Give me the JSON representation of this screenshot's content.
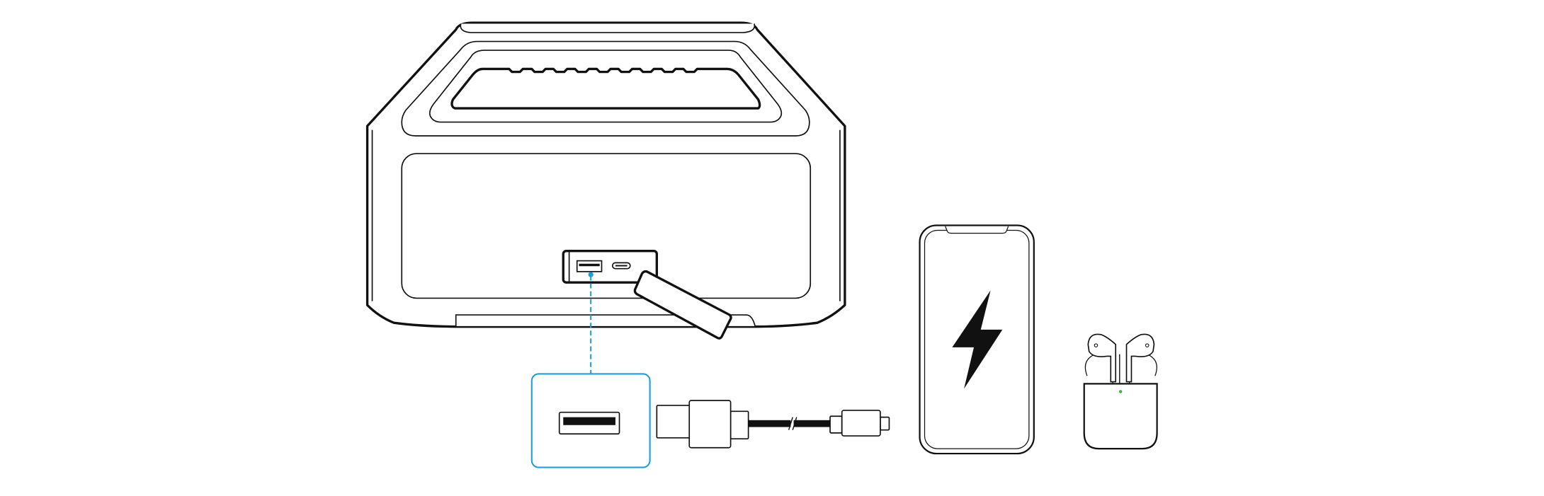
{
  "colors": {
    "line": "#111111",
    "accent_blue": "#1a9fdc",
    "status_led": "#3cb34a",
    "background": "#ffffff"
  },
  "icons": [
    "speaker",
    "usb-a-port",
    "usb-c-port",
    "port-cover",
    "usb-a-to-usb-c-cable",
    "smartphone",
    "lightning-bolt",
    "earbuds-case"
  ]
}
